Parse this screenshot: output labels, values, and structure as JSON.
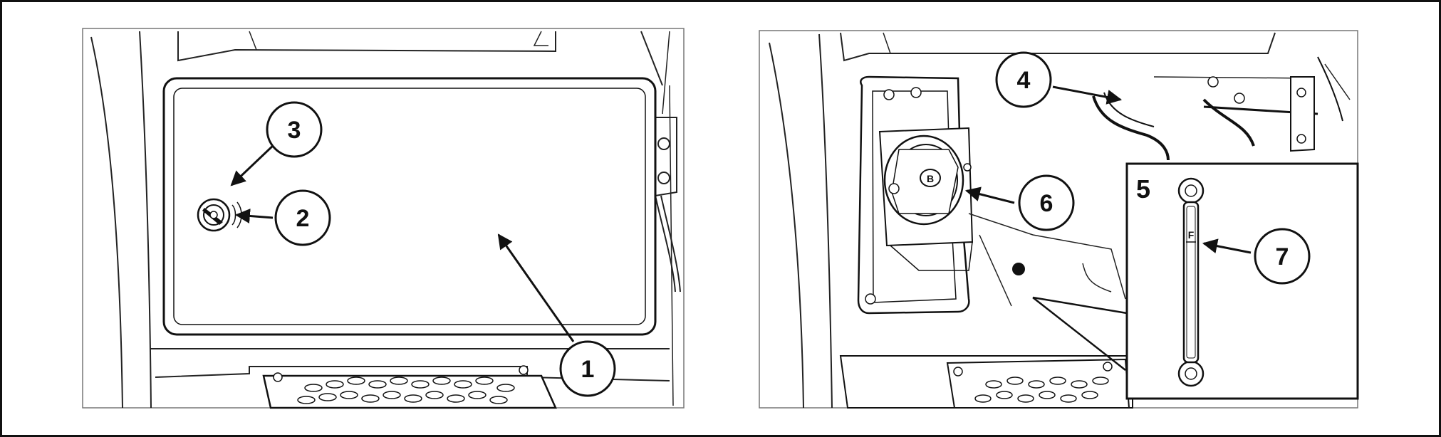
{
  "figure": {
    "left_panel": {
      "callouts": [
        {
          "id": "c1",
          "label": "1"
        },
        {
          "id": "c2",
          "label": "2"
        },
        {
          "id": "c3",
          "label": "3"
        }
      ]
    },
    "right_panel": {
      "callouts": [
        {
          "id": "c4",
          "label": "4"
        },
        {
          "id": "c6",
          "label": "6"
        },
        {
          "id": "c7",
          "label": "7"
        }
      ],
      "inset_label": "5",
      "gauge_mark": "F",
      "cap_mark": "B"
    }
  }
}
